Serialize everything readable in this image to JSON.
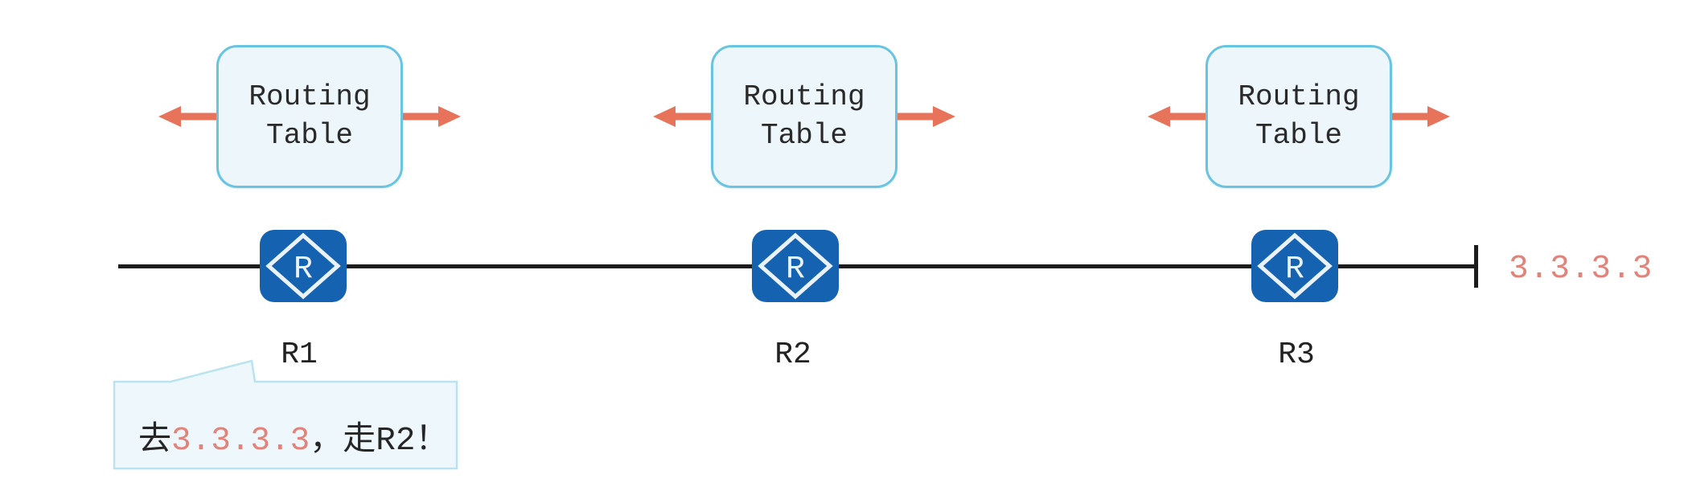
{
  "colors": {
    "router_blue": "#1563b0",
    "arrow_salmon": "#e8735b",
    "salmon_text": "#e0847b",
    "box_border": "#69c4e2",
    "box_fill": "#edf6fa",
    "bubble_border": "#b9e3f0",
    "bubble_fill": "#eef8fc",
    "line_black": "#1c1c1c",
    "text_dark": "#2a2a2a"
  },
  "routing_table_box": {
    "line1": "Routing",
    "line2": "Table"
  },
  "router_icon": {
    "letter": "R"
  },
  "routers": [
    {
      "label": "R1"
    },
    {
      "label": "R2"
    },
    {
      "label": "R3"
    }
  ],
  "destination": {
    "ip": "3.3.3.3"
  },
  "bubble": {
    "prefix": "去",
    "ip": "3.3.3.3",
    "suffix": "，走R2！",
    "full_text": "去3.3.3.3，走R2！"
  }
}
